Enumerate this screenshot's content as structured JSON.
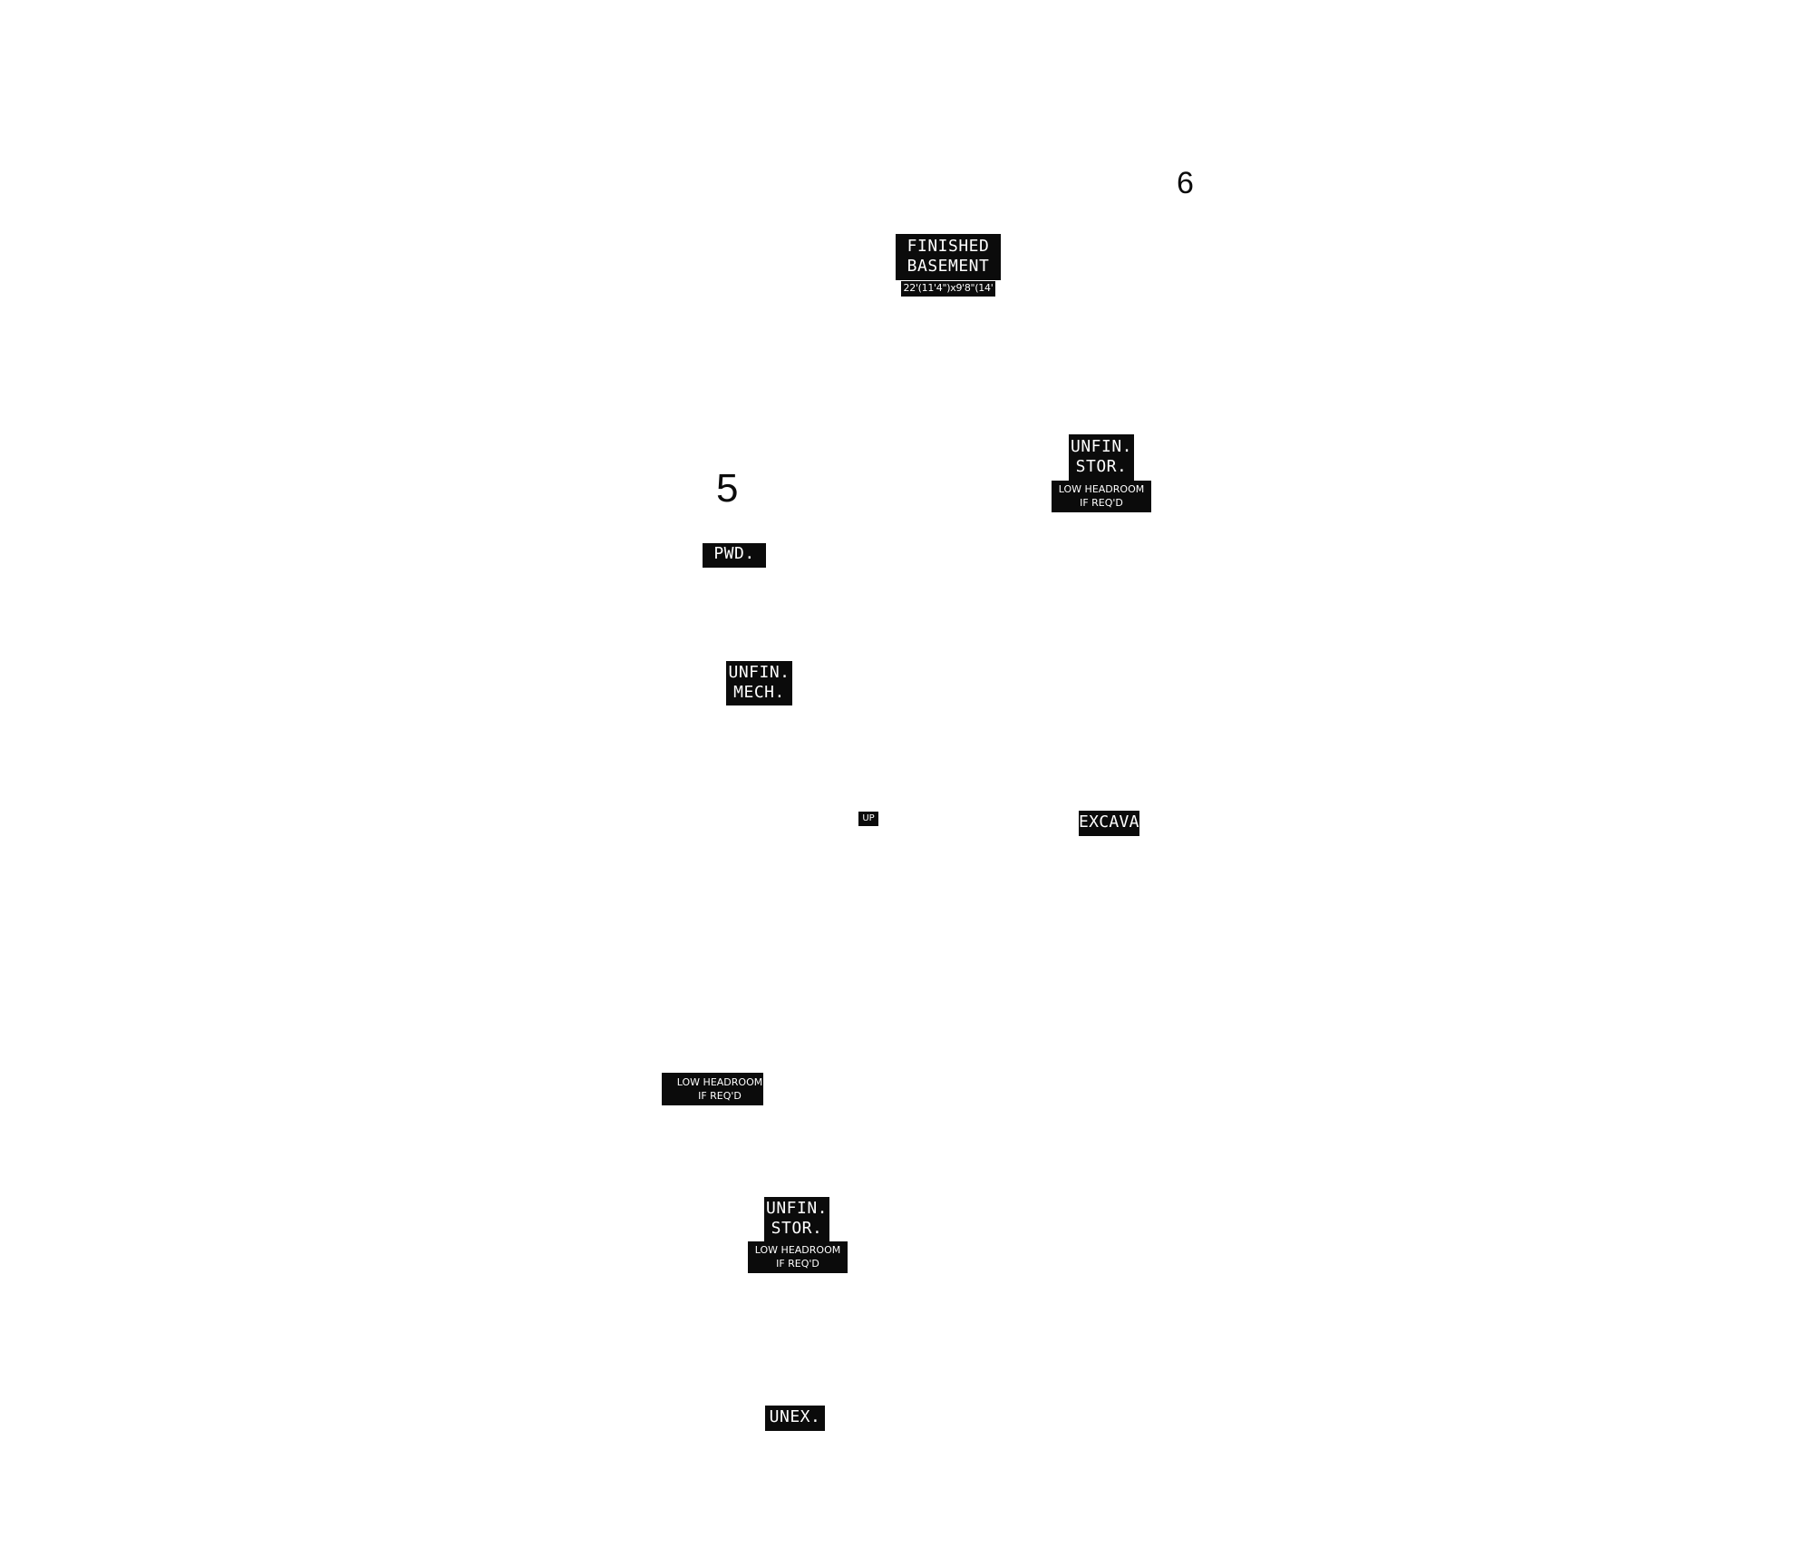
{
  "rooms": {
    "room_6": "6",
    "room_5": "5",
    "finished_basement": {
      "name": "FINISHED\nBASEMENT",
      "dimensions": "22'(11'4\")x9'8\"(14'"
    },
    "unfin_stor_right": {
      "name": "UNFIN.\nSTOR.",
      "note": "LOW HEADROOM\nIF REQ'D"
    },
    "pwd": "PWD.",
    "unfin_mech": "UNFIN.\nMECH.",
    "up": "UP",
    "excava": "EXCAVA",
    "low_headroom_left": "LOW HEADROOM\nIF REQ'D",
    "unfin_stor_bottom": {
      "name": "UNFIN.\nSTOR.",
      "note": "LOW HEADROOM\nIF REQ'D"
    },
    "unex": "UNEX."
  },
  "colors": {
    "label_background": "#0b0b0b",
    "label_text": "#ffffff",
    "page_background": "#ffffff"
  }
}
